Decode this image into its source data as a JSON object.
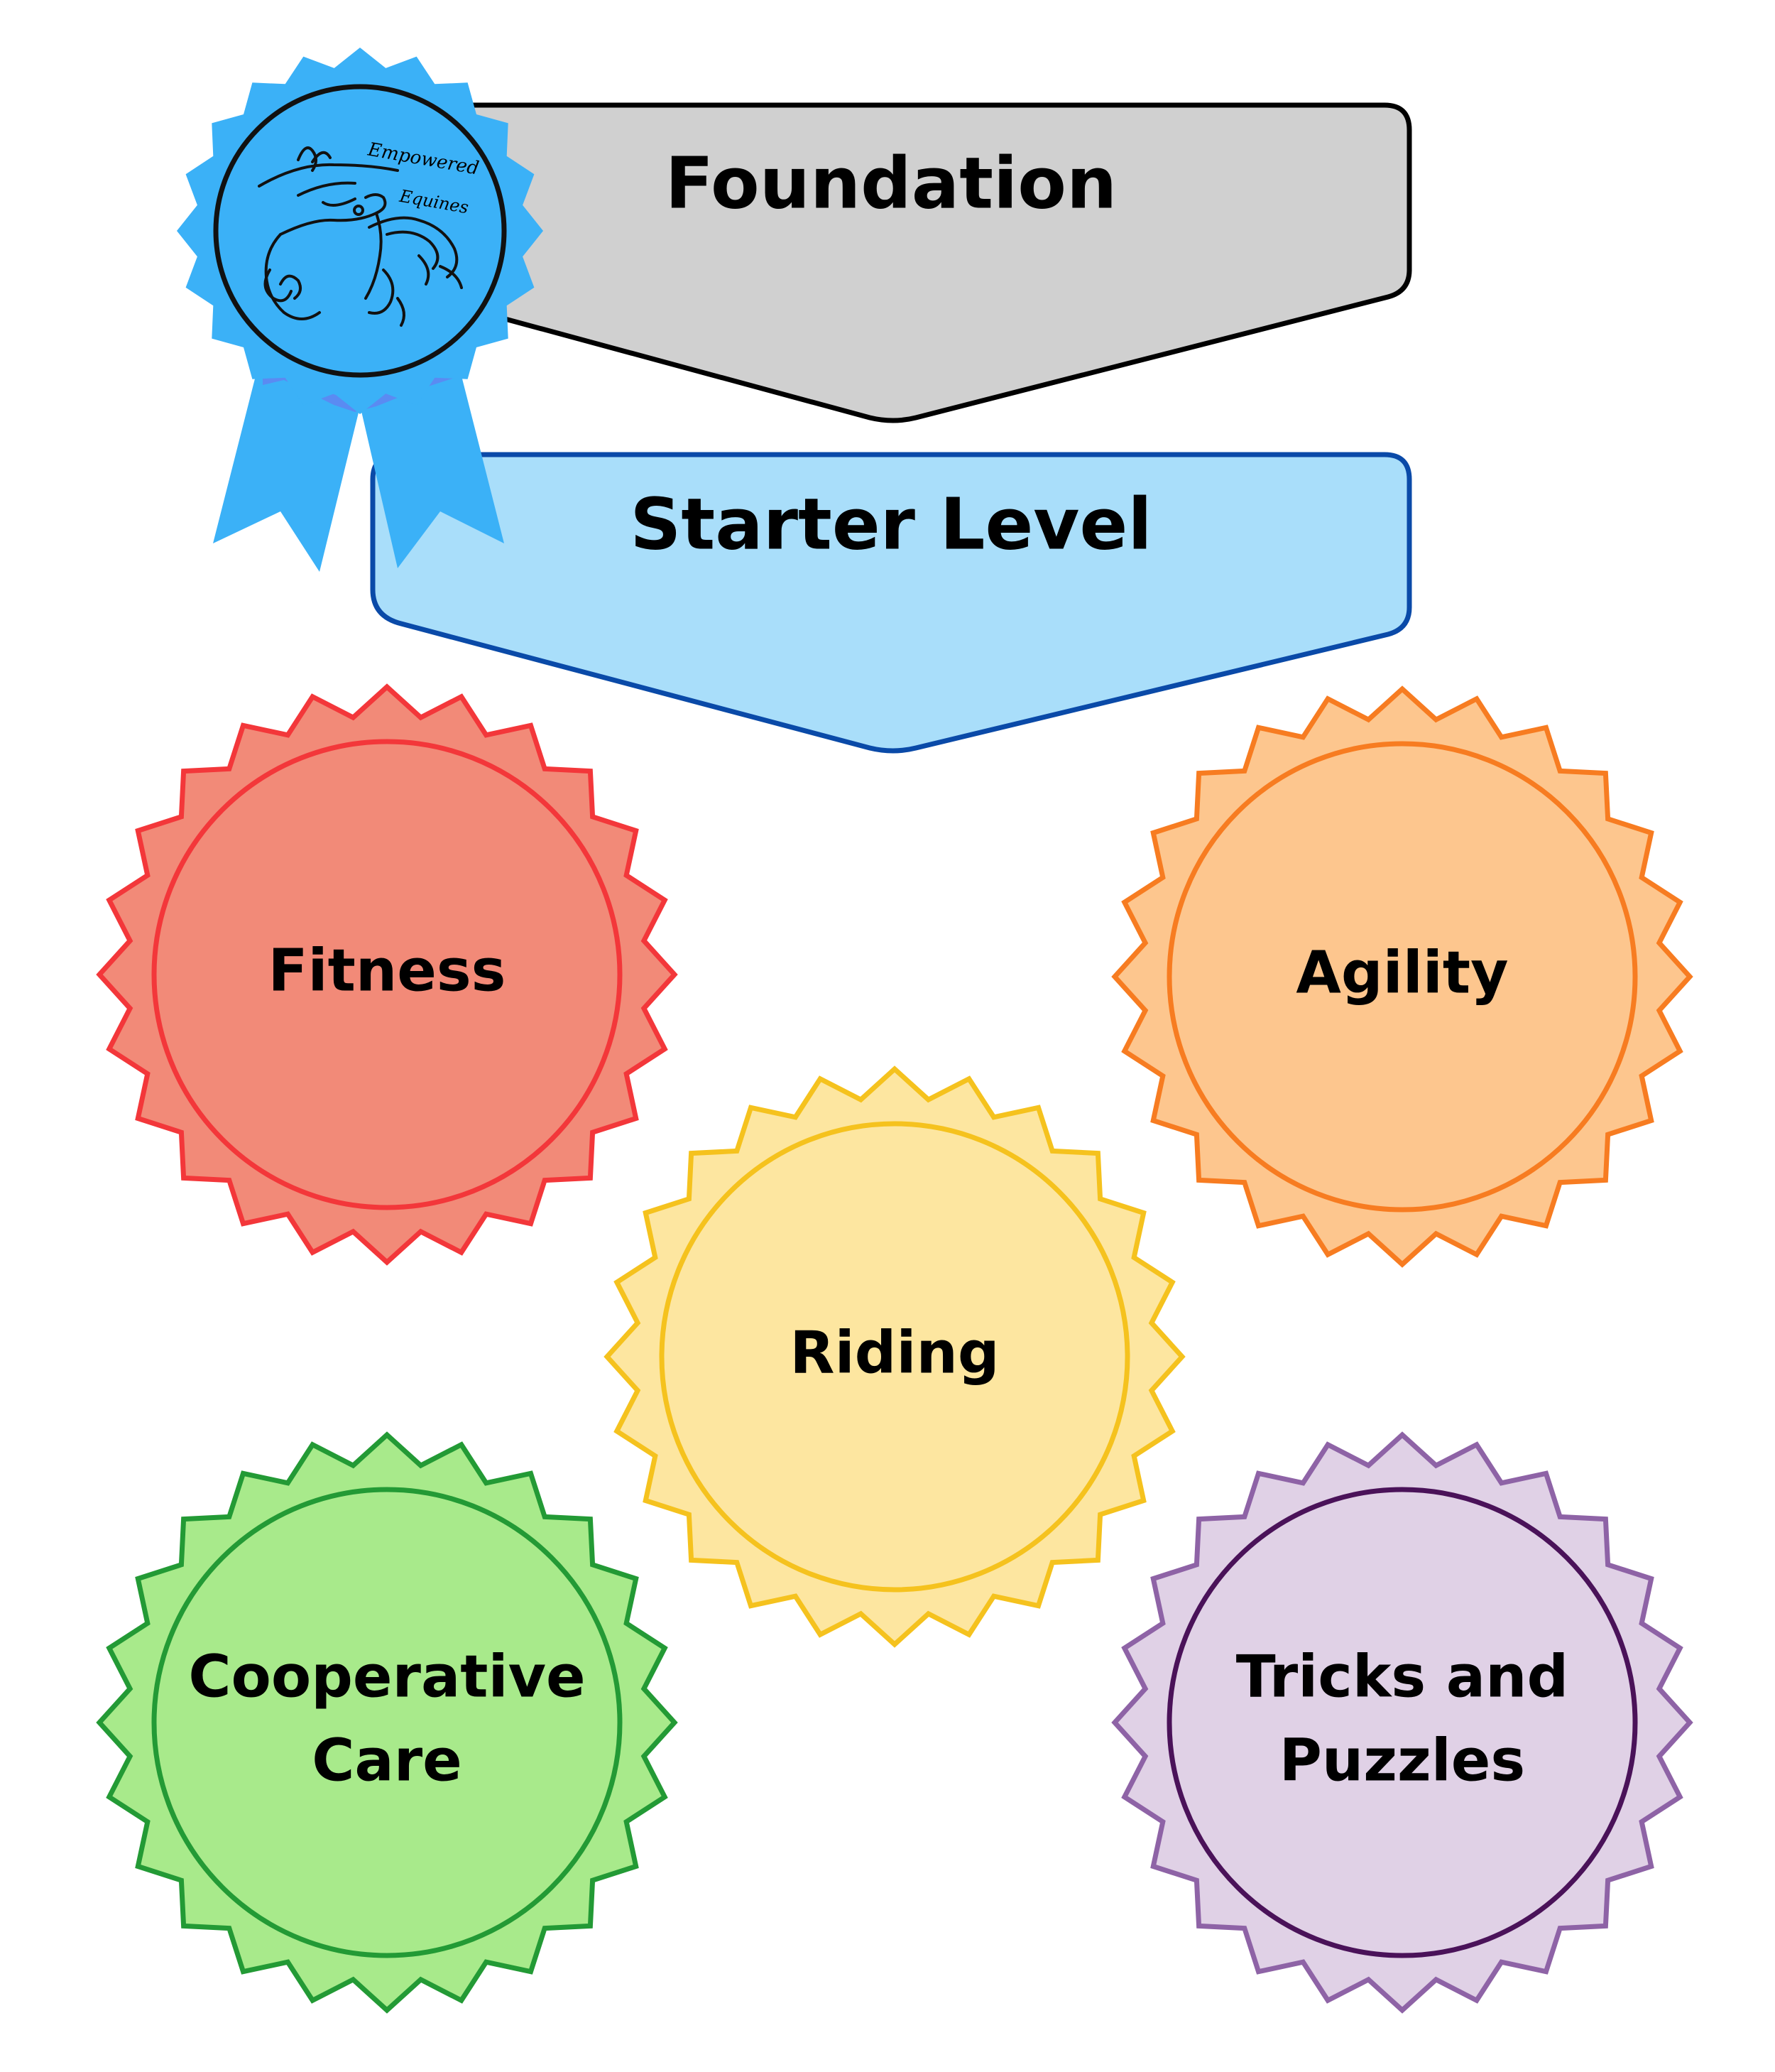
{
  "logo": {
    "line1": "Empowered",
    "line2": "Equines",
    "color": "#3BB1F7"
  },
  "levels": {
    "foundation": {
      "label": "Foundation",
      "fill": "#D0D0D0",
      "stroke": "#000000"
    },
    "starter": {
      "label": "Starter Level",
      "fill": "#A9DEFA",
      "stroke": "#0A4AA8"
    }
  },
  "badges": [
    {
      "id": "fitness",
      "lines": [
        "Fitness"
      ],
      "fill": "#F28A78",
      "stroke": "#F3373A"
    },
    {
      "id": "agility",
      "lines": [
        "Agility"
      ],
      "fill": "#FDC68E",
      "stroke": "#F77C21"
    },
    {
      "id": "riding",
      "lines": [
        "Riding"
      ],
      "fill": "#FDE6A0",
      "stroke": "#F5C21E"
    },
    {
      "id": "cooperative-care",
      "lines": [
        "Cooperative",
        "Care"
      ],
      "fill": "#A8EA8B",
      "stroke": "#239A35"
    },
    {
      "id": "tricks-and-puzzles",
      "lines": [
        "Tricks and",
        "Puzzles"
      ],
      "fill": "#E0D1E6",
      "stroke": "#8E63A6",
      "inner_stroke": "#4A1259"
    }
  ]
}
